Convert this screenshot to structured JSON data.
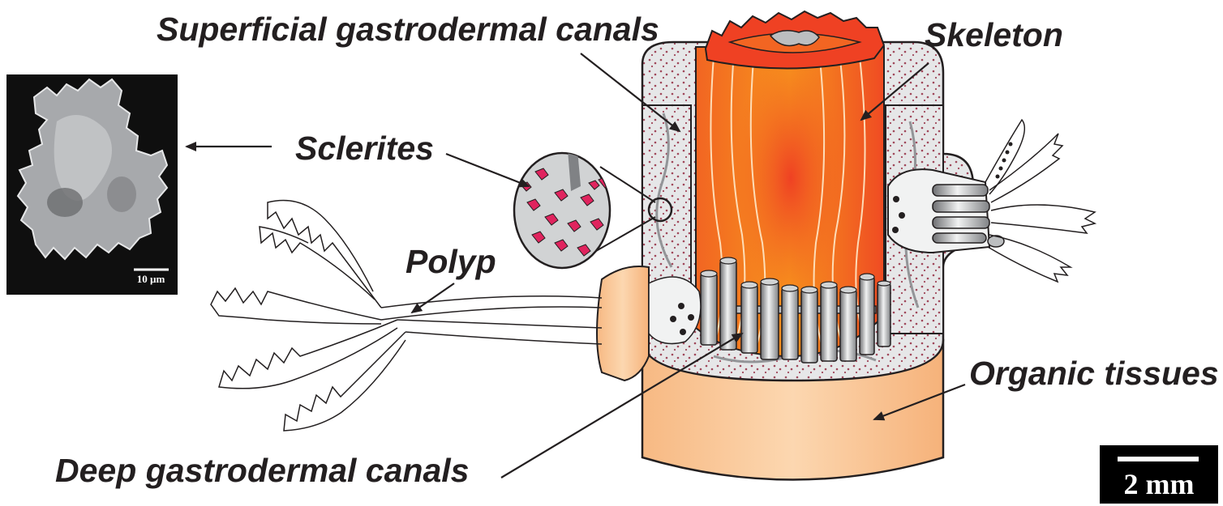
{
  "labels": {
    "superficial_canals": "Superficial gastrodermal canals",
    "skeleton": "Skeleton",
    "sclerites": "Sclerites",
    "polyp": "Polyp",
    "organic_tissues": "Organic tissues",
    "deep_canals": "Deep gastrodermal canals"
  },
  "micrograph": {
    "scale_text": "10 µm"
  },
  "scale_bar": {
    "text": "2 mm"
  },
  "colors": {
    "skeleton_orange": "#f26522",
    "skeleton_light": "#f7941d",
    "tissue_peach": "#f9c89b",
    "coenenchyme_gray": "#d1d3d4",
    "sclerite_red": "#e0245e",
    "ink": "#231f20"
  }
}
